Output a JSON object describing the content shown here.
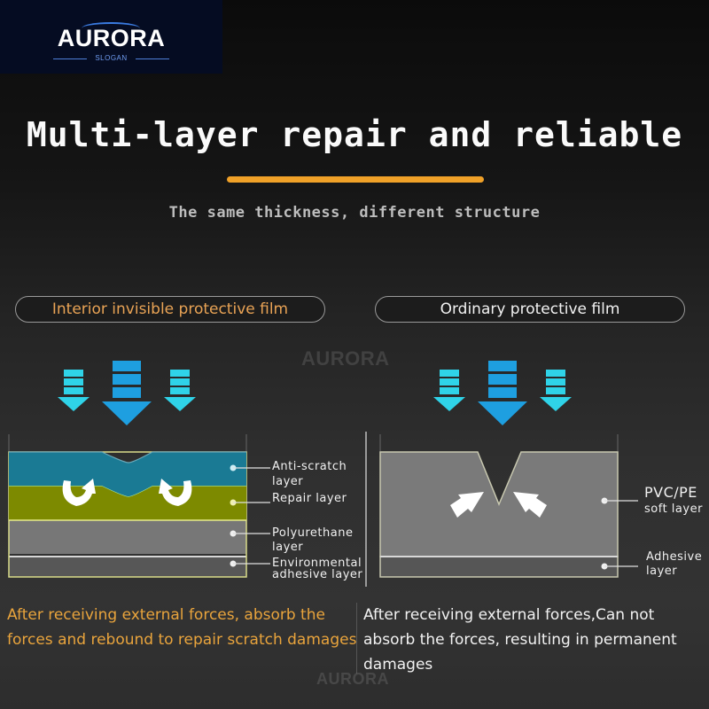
{
  "logo": {
    "brand": "AURORA",
    "slogan": "SLOGAN"
  },
  "header": {
    "title": "Multi-layer repair and reliable",
    "subtitle": "The same thickness, different structure",
    "accent_color": "#f0a128"
  },
  "watermark": {
    "text": "AURORA"
  },
  "left_panel": {
    "label": "Interior invisible protective film",
    "label_color": "#e9a355",
    "layers": [
      {
        "name": "Anti-scratch layer",
        "line1": "Anti-scratch",
        "line2": "layer",
        "color": "#1a7a94"
      },
      {
        "name": "Repair layer",
        "line1": "Repair layer",
        "line2": "",
        "color": "#7d8a00"
      },
      {
        "name": "Polyurethane layer",
        "line1": "Polyurethane",
        "line2": "layer",
        "color": "#777777"
      },
      {
        "name": "Environmental adhesive layer",
        "line1": "Environmental",
        "line2": "adhesive layer",
        "color": "#555555"
      }
    ],
    "description": "After receiving external forces, absorb the forces and rebound to repair scratch damages"
  },
  "right_panel": {
    "label": "Ordinary protective film",
    "label_color": "#f2f2f2",
    "layers": [
      {
        "name": "PVC/PE soft layer",
        "line1": "PVC/PE",
        "line2": "soft layer",
        "color": "#7a7a7a"
      },
      {
        "name": "Adhesive layer",
        "line1": "Adhesive",
        "line2": "layer",
        "color": "#565656"
      }
    ],
    "description": "After receiving external forces,Can not absorb the forces, resulting in permanent damages"
  },
  "icons": {
    "force_arrow_small_color": "#2fd3e8",
    "force_arrow_large_color": "#1e9fe0"
  }
}
